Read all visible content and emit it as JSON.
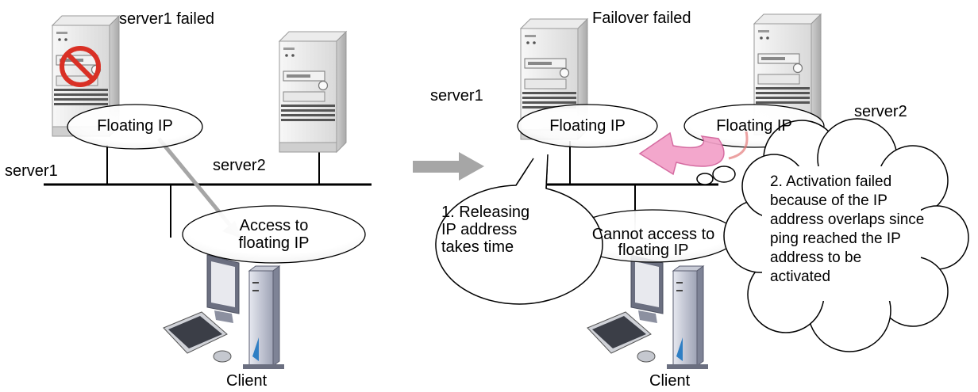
{
  "left_panel": {
    "title": "server1 failed",
    "server1_label": "server1",
    "server2_label": "server2",
    "floating_ip": "Floating IP",
    "client_bubble": "Access to\nfloating IP",
    "client_label": "Client"
  },
  "right_panel": {
    "title": "Failover failed",
    "server1_label": "server1",
    "server2_label": "server2",
    "floating_ip_server1": "Floating IP",
    "floating_ip_server2": "Floating IP",
    "callout_1": "1. Releasing\nIP address\ntakes time",
    "callout_2": "2. Activation failed\nbecause of the IP\naddress overlaps since\nping reached the IP\naddress to be\nactivated",
    "client_bubble": "Cannot access to\nfloating IP",
    "client_label": "Client"
  },
  "colors": {
    "prohibited_icon": "#d93025",
    "failover_arrow": "#f2a0c8",
    "access_arrow": "#a6a6a6",
    "transition_arrow": "#a6a6a6",
    "network_line": "#000000"
  },
  "icons": [
    "server-tower-icon",
    "prohibited-icon",
    "client-pc-icon",
    "transition-arrow-icon",
    "failover-arrow-icon"
  ]
}
